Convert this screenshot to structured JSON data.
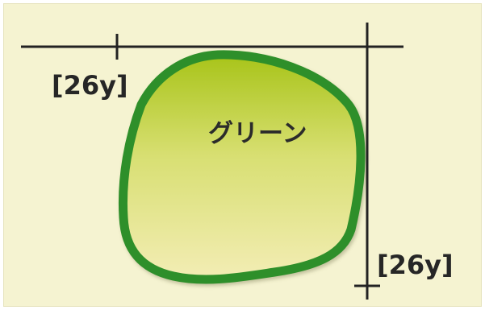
{
  "diagram": {
    "green_label": "グリーン",
    "dimension_top": "[26y]",
    "dimension_right": "[26y]"
  },
  "colors": {
    "background": "#f5f3d1",
    "green_border": "#2f8f2a",
    "green_fill_top": "#a7c41a",
    "green_fill_bottom": "#f2ecb0",
    "line": "#222222"
  }
}
